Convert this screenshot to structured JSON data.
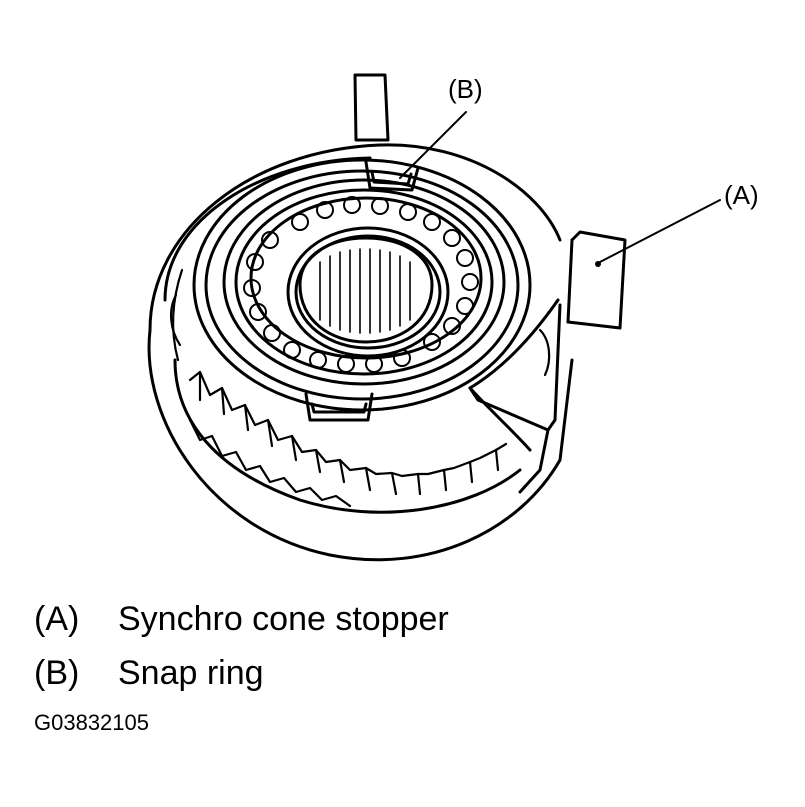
{
  "callouts": {
    "a": "(A)",
    "b": "(B)"
  },
  "legend": [
    {
      "key": "(A)",
      "label": "Synchro cone stopper"
    },
    {
      "key": "(B)",
      "label": "Snap ring"
    }
  ],
  "figure_id": "G03832105"
}
